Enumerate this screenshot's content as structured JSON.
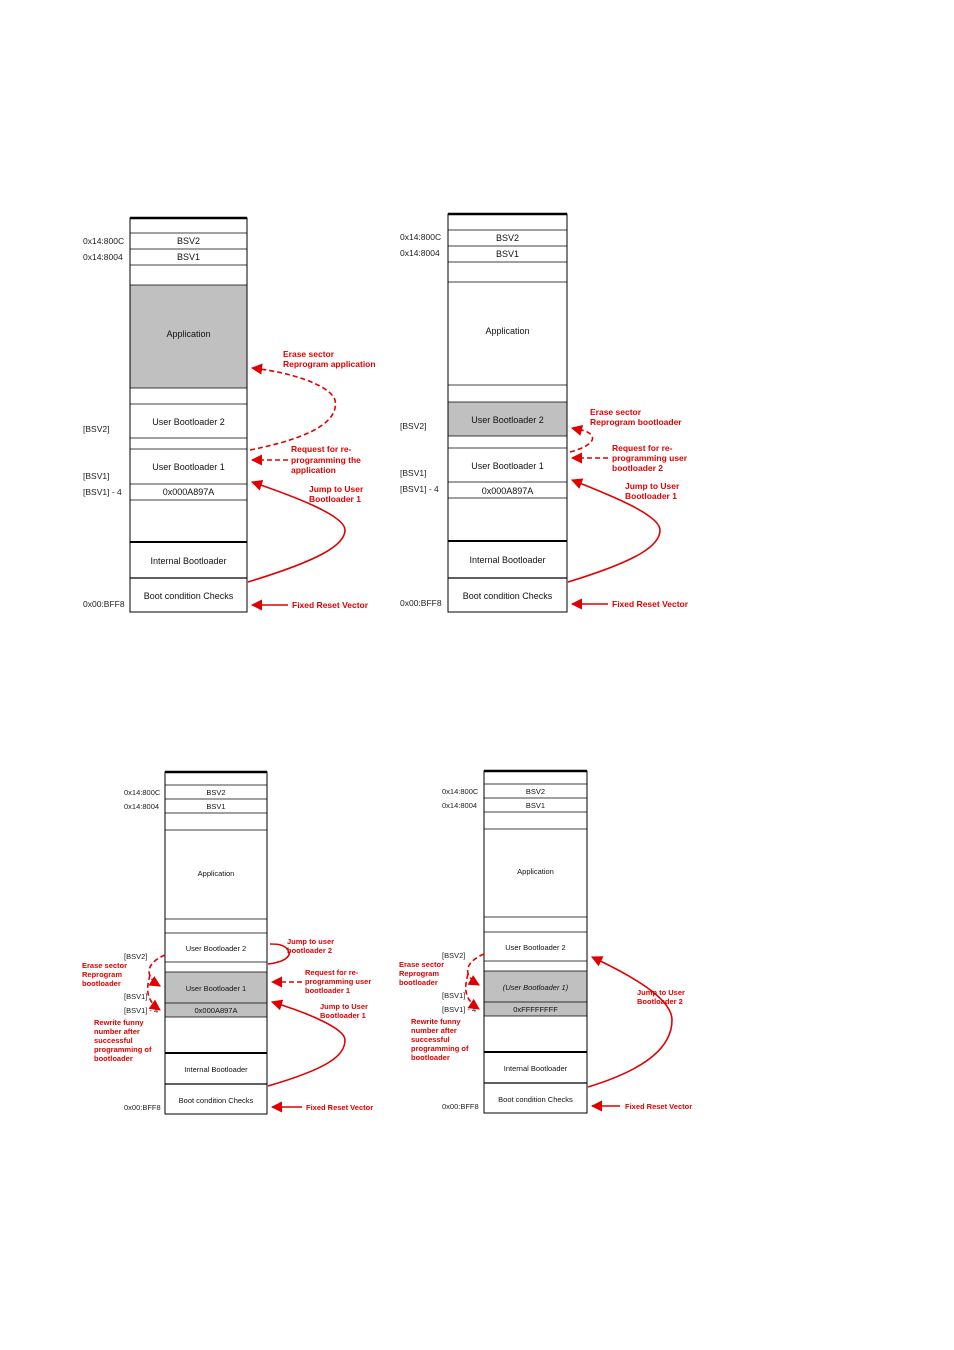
{
  "colors": {
    "highlight": "#c0c0c0",
    "annotation": "#e00000",
    "border": "#000000"
  },
  "labels": {
    "bsv2": "BSV2",
    "bsv1": "BSV1",
    "application": "Application",
    "user_bootloader_2": "User Bootloader 2",
    "user_bootloader_1": "User Bootloader 1",
    "user_bootloader_1_paren": "(User Bootloader 1)",
    "funny_number": "0x000A897A",
    "erased_number": "0xFFFFFFFF",
    "internal_bootloader": "Internal Bootloader",
    "boot_condition_checks": "Boot condition Checks"
  },
  "addresses": {
    "bsv2_addr": "0x14:800C",
    "bsv1_addr": "0x14:8004",
    "bsv2_ref": "[BSV2]",
    "bsv1_ref": "[BSV1]",
    "bsv1_minus4": "[BSV1] - 4",
    "reset_addr": "0x00:BFF8"
  },
  "annotations": {
    "d1": {
      "erase_line1": "Erase sector",
      "erase_line2": "Reprogram application",
      "request_line1": "Request for re-",
      "request_line2": "programming the",
      "request_line3": "application",
      "jump_line1": "Jump to User",
      "jump_line2": "Bootloader 1",
      "reset": "Fixed Reset Vector"
    },
    "d2": {
      "erase_line1": "Erase sector",
      "erase_line2": "Reprogram bootloader",
      "request_line1": "Request for re-",
      "request_line2": "programming user",
      "request_line3": "bootloader 2",
      "jump_line1": "Jump to User",
      "jump_line2": "Bootloader 1",
      "reset": "Fixed Reset Vector"
    },
    "d3": {
      "jump_ub2_line1": "Jump to user",
      "jump_ub2_line2": "bootloader 2",
      "request_line1": "Request for re-",
      "request_line2": "programming user",
      "request_line3": "bootloader 1",
      "jump_line1": "Jump to User",
      "jump_line2": "Bootloader 1",
      "erase_line1": "Erase sector",
      "erase_line2": "Reprogram",
      "erase_line3": "bootloader",
      "rewrite_line1": "Rewrite funny",
      "rewrite_line2": "number after",
      "rewrite_line3": "successful",
      "rewrite_line4": "programming of",
      "rewrite_line5": "bootloader",
      "reset": "Fixed Reset Vector"
    },
    "d4": {
      "jump_line1": "Jump to User",
      "jump_line2": "Bootloader 2",
      "erase_line1": "Erase sector",
      "erase_line2": "Reprogram",
      "erase_line3": "bootloader",
      "rewrite_line1": "Rewrite funny",
      "rewrite_line2": "number after",
      "rewrite_line3": "successful",
      "rewrite_line4": "programming of",
      "rewrite_line5": "bootloader",
      "reset": "Fixed Reset Vector"
    }
  }
}
